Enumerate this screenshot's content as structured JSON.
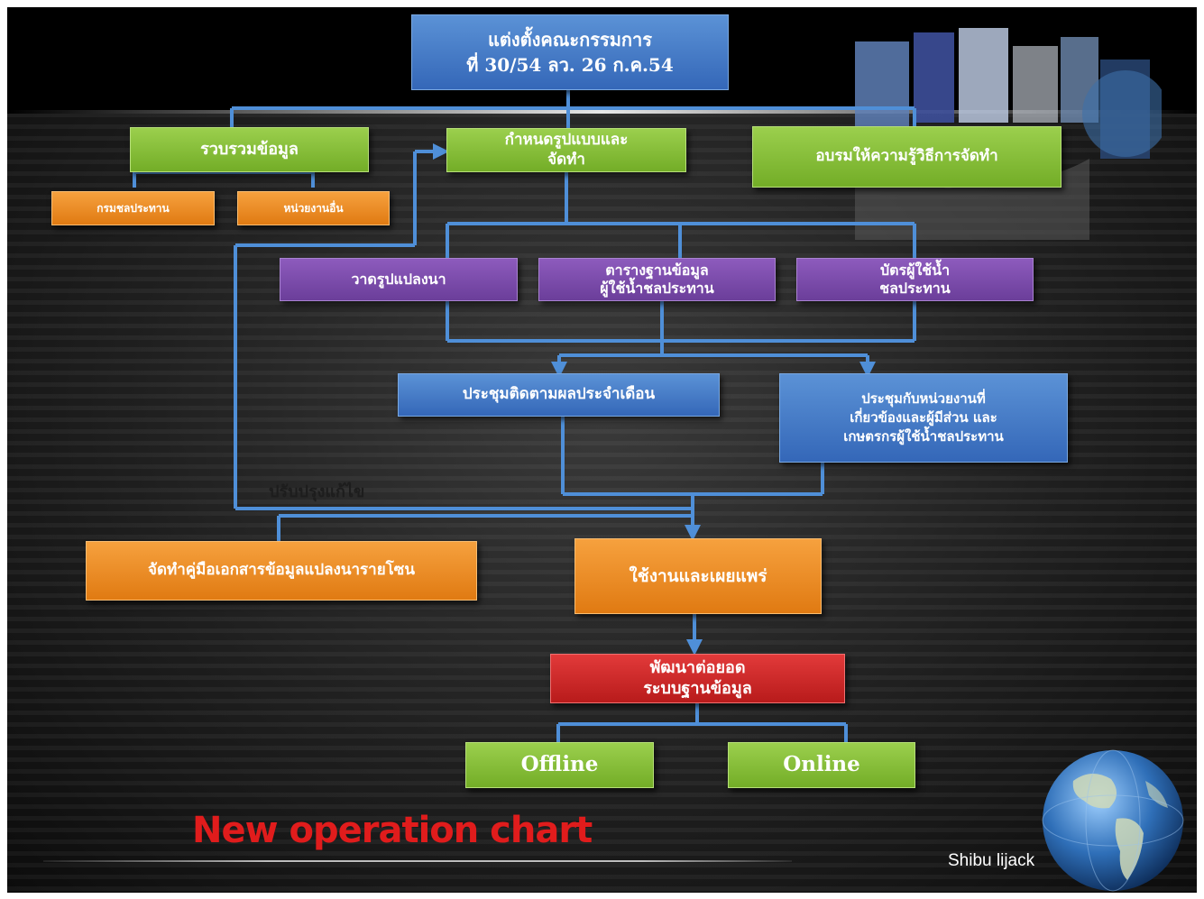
{
  "title_box": "แต่งตั้งคณะกรรมการ\nที่ 30/54 ลว. 26 ก.ค.54",
  "collect": {
    "label": "รวบรวมข้อมูล",
    "sources": [
      "กรมชลประทาน",
      "หน่วยงานอื่น"
    ]
  },
  "design": {
    "label": "กำหนดรูปแบบและ\nจัดทำ"
  },
  "training": {
    "label": "อบรมให้ความรู้วิธีการจัดทำ"
  },
  "outputs": [
    "วาดรูปแปลงนา",
    "ตารางฐานข้อมูล\nผู้ใช้น้ำชลประทาน",
    "บัตรผู้ใช้น้ำ\nชลประทาน"
  ],
  "meetings": {
    "monthly": "ประชุมติดตามผลประจำเดือน",
    "stakeholders": "ประชุมกับหน่วยงานที่\nเกี่ยวข้องและผู้มีส่วน และ\nเกษตรกรผู้ใช้น้ำชลประทาน"
  },
  "revise_label": "ปรับปรุงแก้ไข",
  "manual": "จัดทำคู่มือเอกสารข้อมูลแปลงนารายโซน",
  "publish": "ใช้งานและเผยแพร่",
  "develop": "พัฒนาต่อยอด\nระบบฐานข้อมูล",
  "modes": [
    "Offline",
    "Online"
  ],
  "chart_title": "New operation chart",
  "author": "Shibu lijack",
  "colors": {
    "blue": "#3f74c4",
    "green": "#86bf3a",
    "orange": "#ee8c25",
    "purple": "#7b4bab",
    "red": "#d02828",
    "connector": "#4f8fd8",
    "title_text": "#e01c1c"
  }
}
